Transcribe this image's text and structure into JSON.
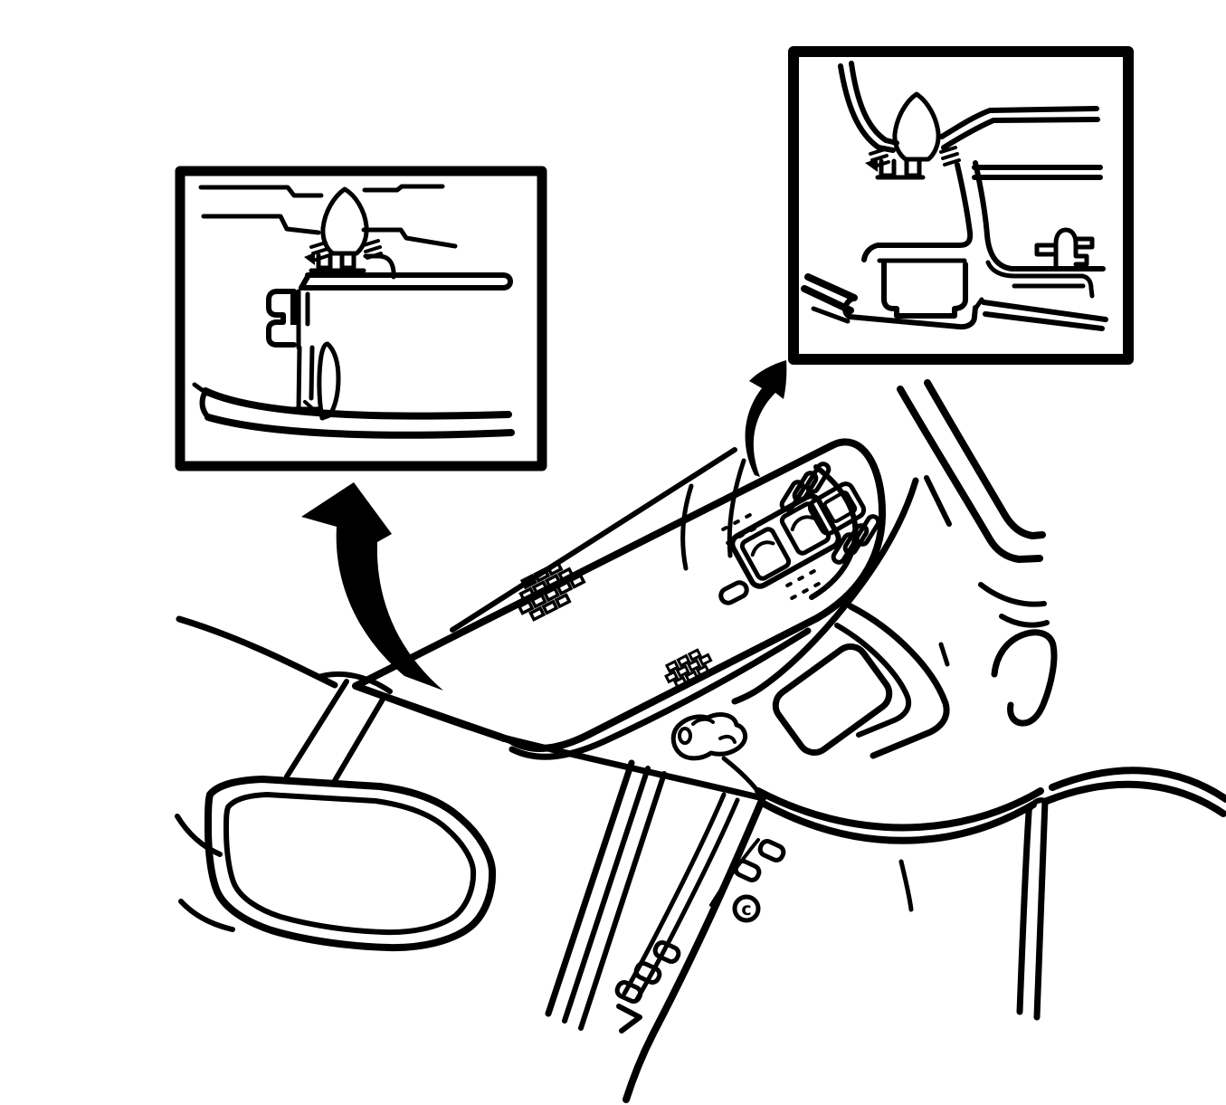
{
  "colors": {
    "ink": "#000000",
    "paper": "#ffffff"
  },
  "annotations": {
    "circled_mark": "c"
  },
  "parts": [
    "inset-box-left",
    "inset-box-right",
    "bulb-left",
    "bulb-right",
    "arrow-to-left-inset",
    "arrow-to-right-inset",
    "overhead-console",
    "speaker-grille-front",
    "speaker-grille-rear",
    "switch-cluster",
    "vent-slots",
    "map-lamp-slot",
    "rearview-mirror",
    "mirror-stem",
    "windshield-header",
    "sunroof-opening",
    "roof-rail",
    "grab-handle",
    "a-pillar-harness",
    "harness-clip",
    "wiring-connector",
    "b-pillar",
    "door-opening",
    "copyright-mark"
  ]
}
